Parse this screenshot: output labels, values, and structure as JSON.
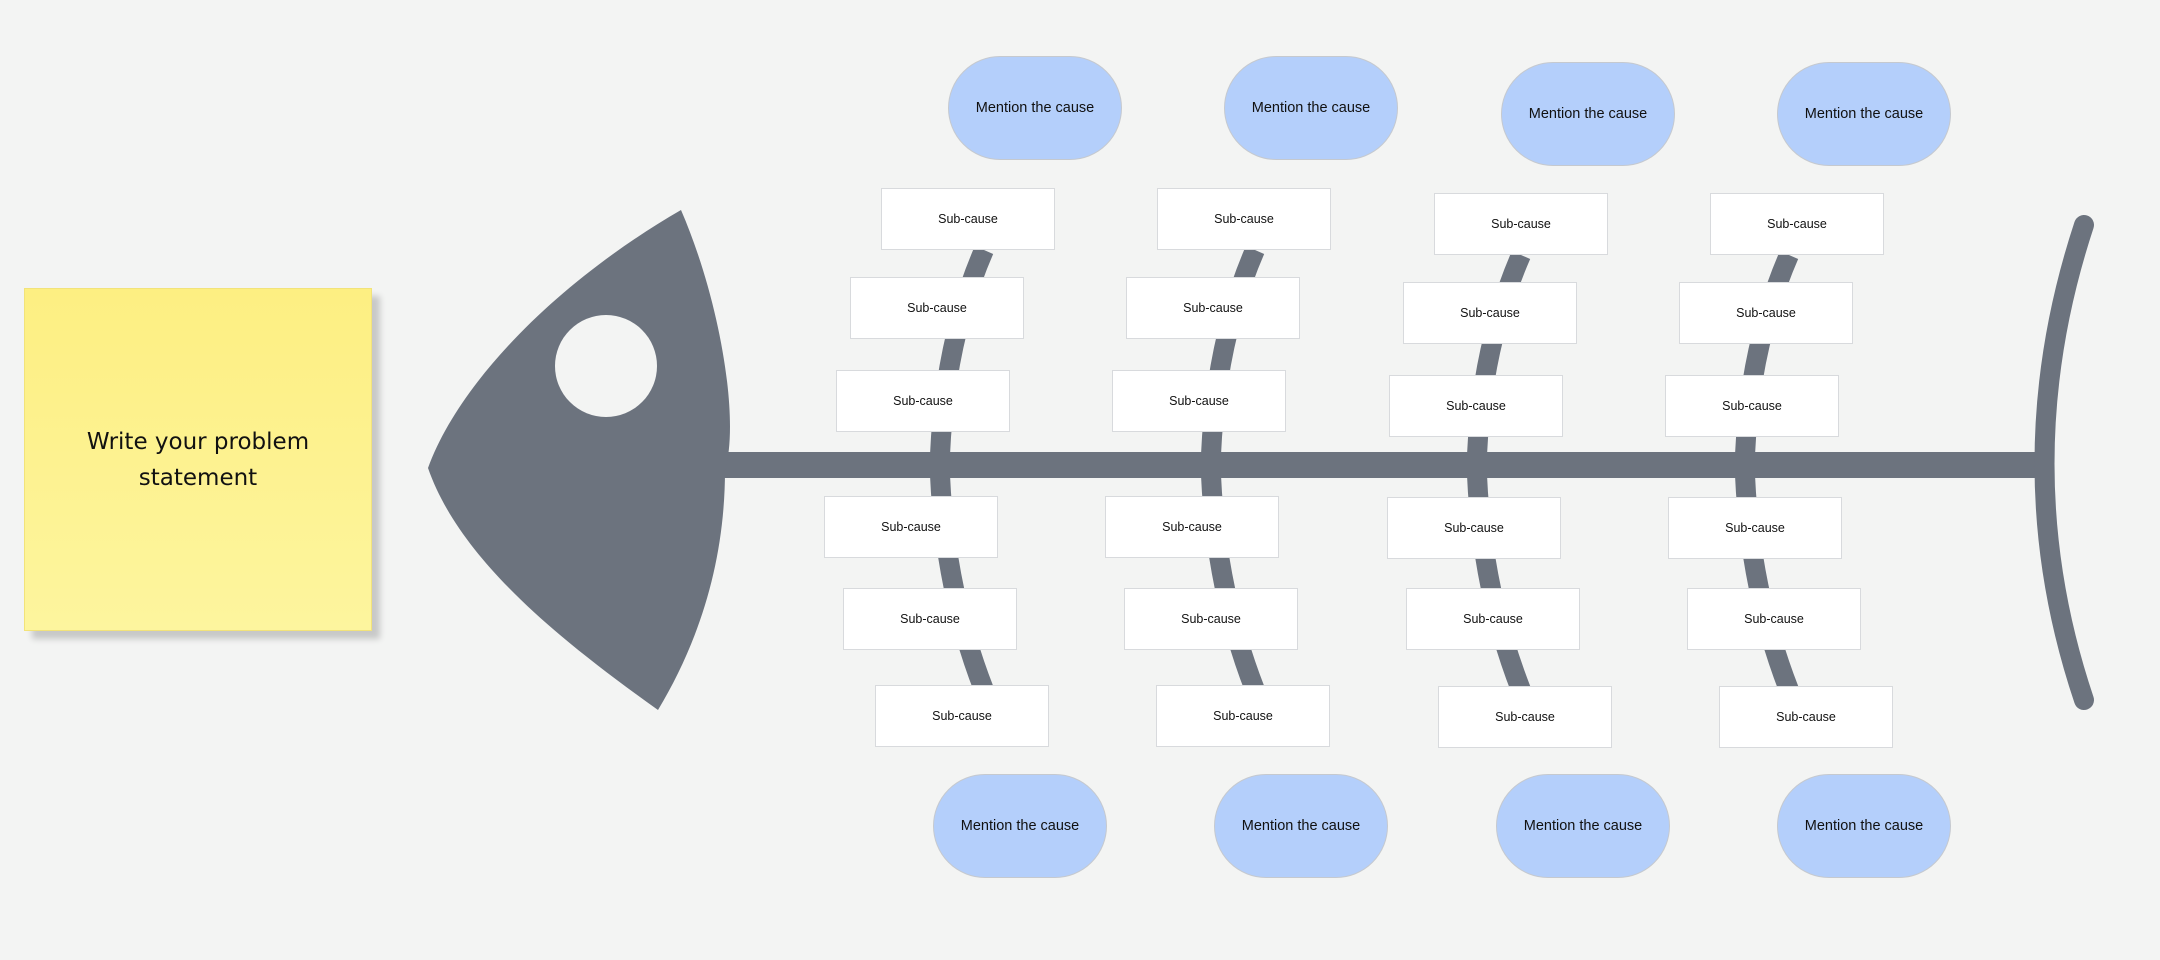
{
  "problem_statement": "Write your problem statement",
  "colors": {
    "background": "#f3f4f3",
    "fish": "#6c737e",
    "sticky_note": "#fdf08a",
    "cause": "#b4cffb",
    "sub_cause": "#ffffff"
  },
  "top_causes": [
    {
      "label": "Mention the cause",
      "sub_causes": [
        "Sub-cause",
        "Sub-cause",
        "Sub-cause"
      ]
    },
    {
      "label": "Mention the cause",
      "sub_causes": [
        "Sub-cause",
        "Sub-cause",
        "Sub-cause"
      ]
    },
    {
      "label": "Mention the cause",
      "sub_causes": [
        "Sub-cause",
        "Sub-cause",
        "Sub-cause"
      ]
    },
    {
      "label": "Mention the cause",
      "sub_causes": [
        "Sub-cause",
        "Sub-cause",
        "Sub-cause"
      ]
    }
  ],
  "bottom_causes": [
    {
      "label": "Mention the cause",
      "sub_causes": [
        "Sub-cause",
        "Sub-cause",
        "Sub-cause"
      ]
    },
    {
      "label": "Mention the cause",
      "sub_causes": [
        "Sub-cause",
        "Sub-cause",
        "Sub-cause"
      ]
    },
    {
      "label": "Mention the cause",
      "sub_causes": [
        "Sub-cause",
        "Sub-cause",
        "Sub-cause"
      ]
    },
    {
      "label": "Mention the cause",
      "sub_causes": [
        "Sub-cause",
        "Sub-cause",
        "Sub-cause"
      ]
    }
  ]
}
